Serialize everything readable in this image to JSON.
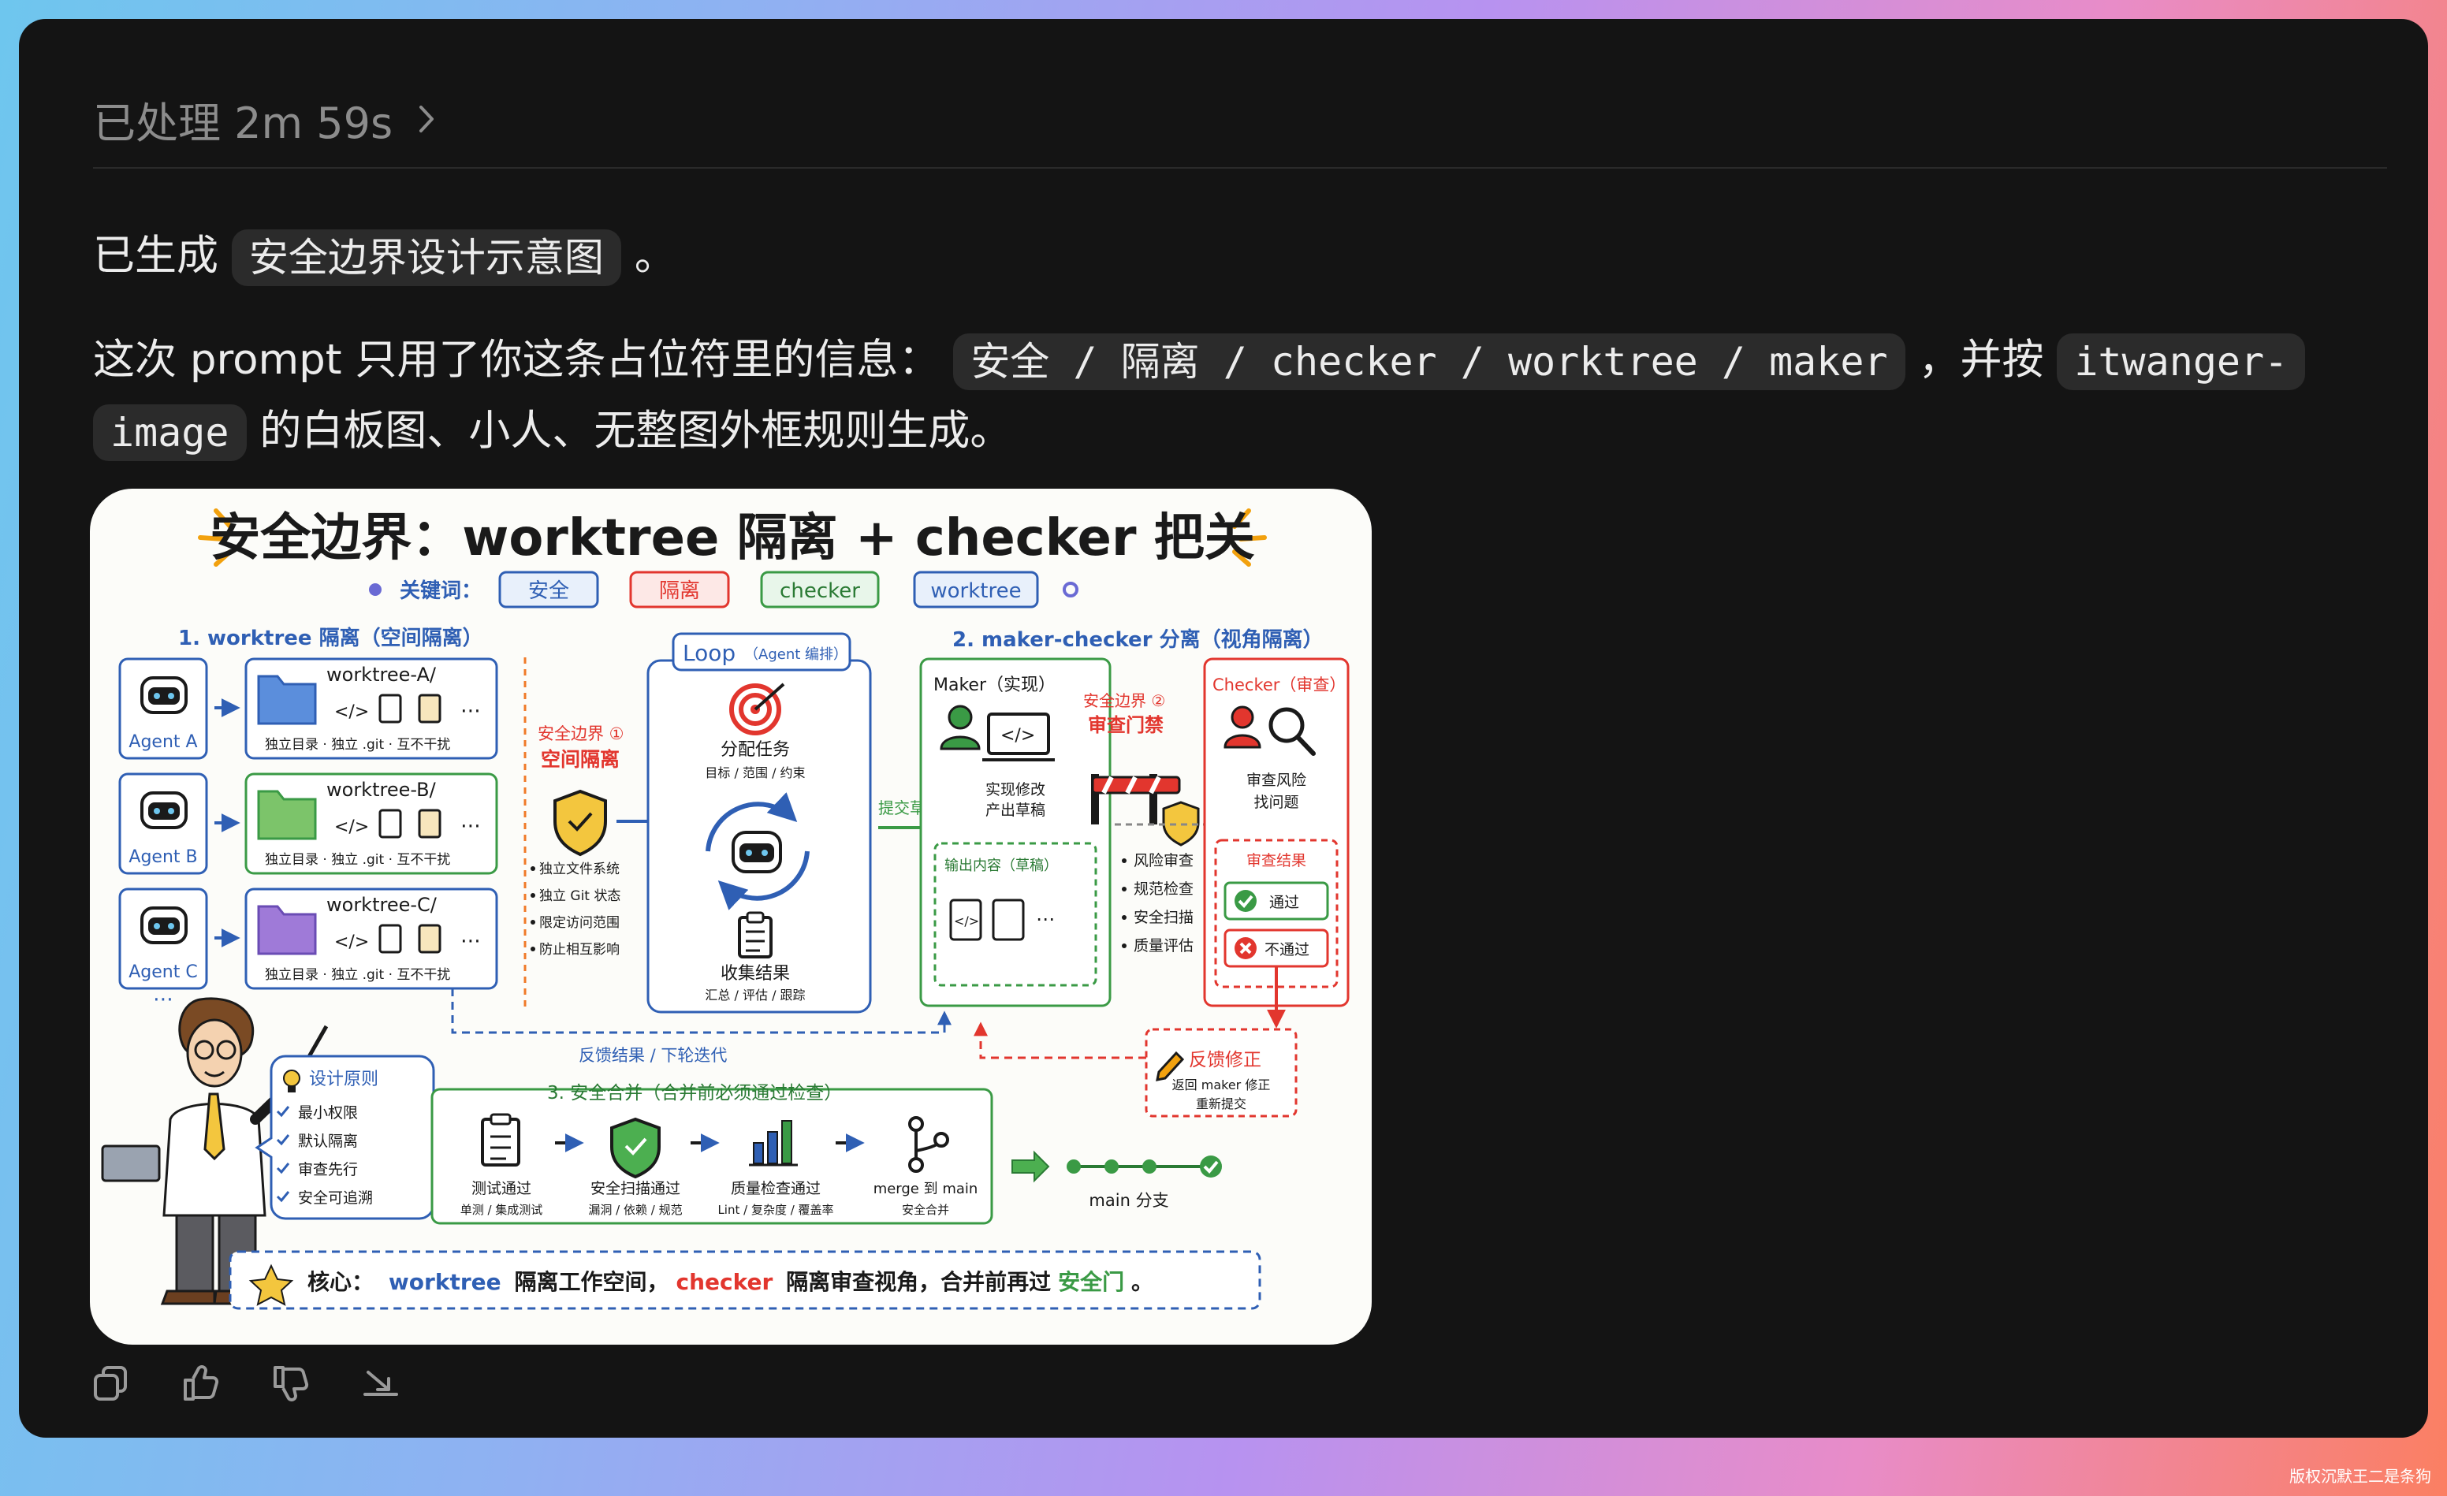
{
  "status": {
    "label": "已处理 2m 59s"
  },
  "message": {
    "line1": {
      "prefix": "已生成",
      "code": "安全边界设计示意图",
      "suffix": "。"
    },
    "line2": {
      "prefix": "这次 prompt 只用了你这条占位符里的信息：",
      "code1": "安全 / 隔离 / checker / worktree / maker",
      "middle": "，并按",
      "code2a": "itwanger-"
    },
    "line3": {
      "code2b": "image",
      "suffix": "的白板图、小人、无整图外框规则生成。"
    }
  },
  "image": {
    "title": "安全边界：worktree 隔离 + checker 把关",
    "keywords_label": "关键词：",
    "keywords": [
      "安全",
      "隔离",
      "checker",
      "worktree"
    ],
    "section1": {
      "title": "1. worktree 隔离（空间隔离）",
      "agents": [
        {
          "name": "Agent A",
          "worktree": "worktree-A/",
          "desc": "独立目录 · 独立 .git · 互不干扰"
        },
        {
          "name": "Agent B",
          "worktree": "worktree-B/",
          "desc": "独立目录 · 独立 .git · 互不干扰"
        },
        {
          "name": "Agent C",
          "worktree": "worktree-C/",
          "desc": "独立目录 · 独立 .git · 互不干扰"
        }
      ],
      "more": "⋯"
    },
    "boundary1": {
      "title1": "安全边界 ①",
      "title2": "空间隔离",
      "bullets": [
        "独立文件系统",
        "独立 Git 状态",
        "限定访问范围",
        "防止相互影响"
      ]
    },
    "loop": {
      "title": "Loop",
      "subtitle": "（Agent 编排）",
      "task": "分配任务",
      "task_desc": "目标 / 范围 / 约束",
      "collect": "收集结果",
      "collect_desc": "汇总 / 评估 / 跟踪"
    },
    "submit_label": "提交草稿",
    "section2": {
      "title": "2. maker-checker 分离（视角隔离）"
    },
    "maker": {
      "title": "Maker（实现）",
      "desc1": "实现修改",
      "desc2": "产出草稿",
      "output_title": "输出内容（草稿）"
    },
    "boundary2": {
      "title1": "安全边界 ②",
      "title2": "审查门禁",
      "bullets": [
        "风险审查",
        "规范检查",
        "安全扫描",
        "质量评估"
      ]
    },
    "checker": {
      "title": "Checker（审查）",
      "desc1": "审查风险",
      "desc2": "找问题",
      "result_title": "审查结果",
      "pass": "通过",
      "fail": "不通过"
    },
    "feedback_loop": "反馈结果 / 下轮迭代",
    "feedback_fix": {
      "title": "反馈修正",
      "desc1": "返回 maker 修正",
      "desc2": "重新提交"
    },
    "principles": {
      "title": "设计原则",
      "items": [
        "最小权限",
        "默认隔离",
        "审查先行",
        "安全可追溯"
      ]
    },
    "section3": {
      "title": "3. 安全合并（合并前必须通过检查）",
      "steps": [
        {
          "label": "测试通过",
          "desc": "单测 / 集成测试"
        },
        {
          "label": "安全扫描通过",
          "desc": "漏洞 / 依赖 / 规范"
        },
        {
          "label": "质量检查通过",
          "desc": "Lint / 复杂度 / 覆盖率"
        },
        {
          "label": "merge 到 main",
          "desc": "安全合并"
        }
      ]
    },
    "main_branch": "main 分支",
    "core": {
      "label": "核心：",
      "part1": "worktree",
      "part2": "隔离工作空间，",
      "part3": "checker",
      "part4": "隔离审查视角，合并前再过",
      "part5": "安全门",
      "part6": "。"
    }
  },
  "actions": [
    "copy-icon",
    "thumbs-up-icon",
    "thumbs-down-icon",
    "share-icon"
  ],
  "watermark": "版权沉默王二是条狗",
  "colors": {
    "background": "#141414",
    "text": "#ececec",
    "muted": "#8c8c8c",
    "code_bg": "#2b2b2b",
    "blue": "#2f5fb4",
    "green": "#3a9a45",
    "red": "#e2362e",
    "orange": "#f2a10e"
  }
}
